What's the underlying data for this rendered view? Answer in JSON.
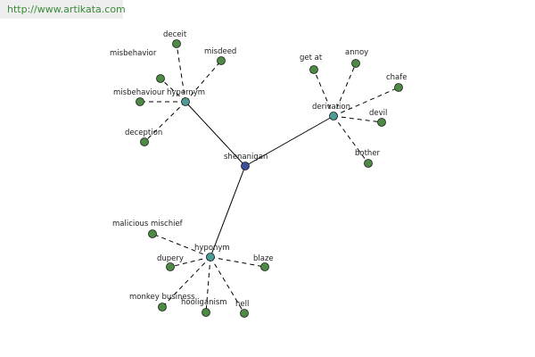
{
  "watermark": "http://www.artikata.com",
  "colors": {
    "leaf": "#4e8a45",
    "hub": "#4d9a96",
    "center": "#3b4f9a",
    "edge": "#000000"
  },
  "graph": {
    "center": "shenanigan",
    "hubs": [
      {
        "id": "hypernym",
        "label": "hypernym",
        "leaves": [
          "deceit",
          "misdeed",
          "misbehavior",
          "misbehaviour",
          "deception"
        ]
      },
      {
        "id": "derivation",
        "label": "derivation",
        "leaves": [
          "get at",
          "annoy",
          "chafe",
          "devil",
          "bother"
        ]
      },
      {
        "id": "hyponym",
        "label": "hyponym",
        "leaves": [
          "malicious mischief",
          "dupery",
          "blaze",
          "monkey business",
          "hooliganism",
          "hell"
        ]
      }
    ]
  }
}
